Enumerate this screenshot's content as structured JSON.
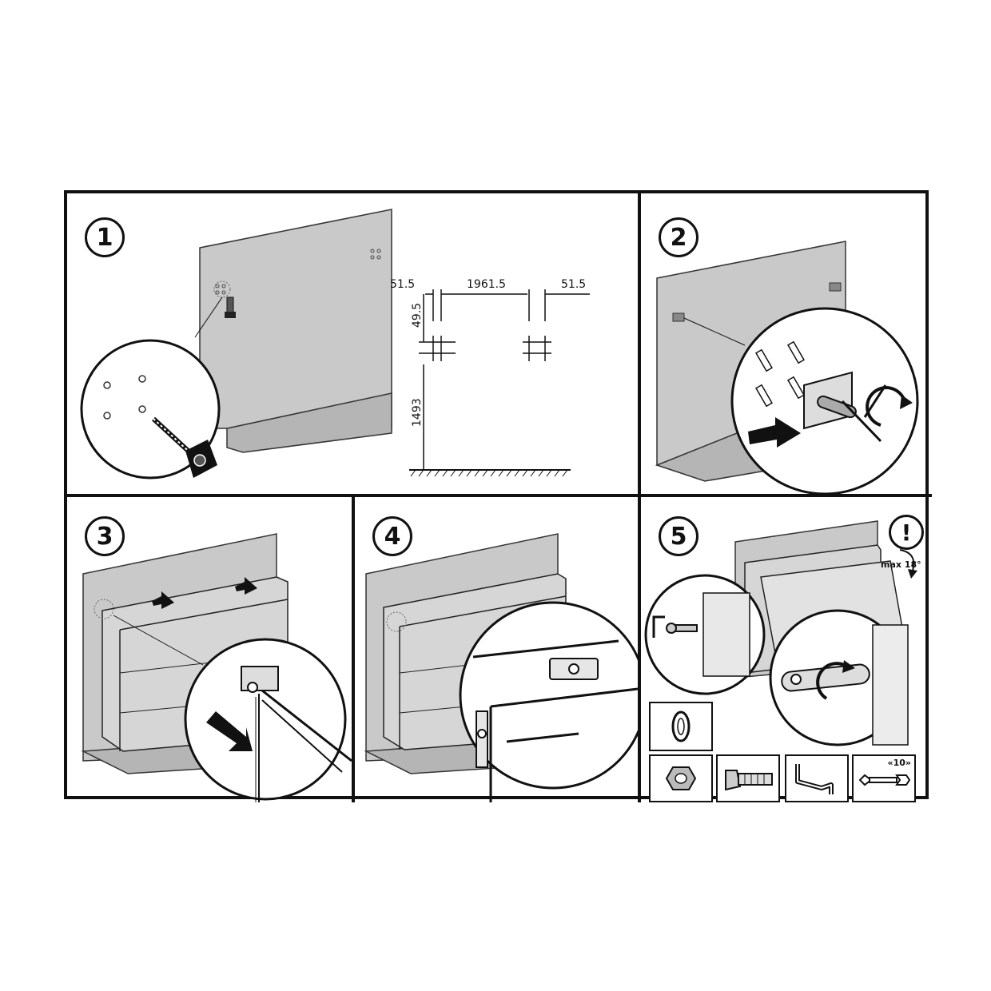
{
  "steps": {
    "s1": "1",
    "s2": "2",
    "s3": "3",
    "s4": "4",
    "s5": "5"
  },
  "dimensions": {
    "left_offset": "51.5",
    "span": "1961.5",
    "right_offset": "51.5",
    "vertical_gap": "49.5",
    "height_from_floor": "1493"
  },
  "warning": {
    "symbol": "!",
    "angle_label": "max 18°"
  },
  "tools": {
    "wrench_qty": "«10»"
  },
  "icons": [
    "drill-icon",
    "wall-plug-icon",
    "screw-icon",
    "bracket-icon",
    "push-arrow-icon",
    "rotate-arrow-icon",
    "washer-icon",
    "nut-icon",
    "bolt-icon",
    "allen-key-icon",
    "wrench-icon"
  ],
  "colors": {
    "line": "#111111",
    "panel_fill": "#c9c9c9",
    "floor_fill": "#b5b5b5"
  }
}
